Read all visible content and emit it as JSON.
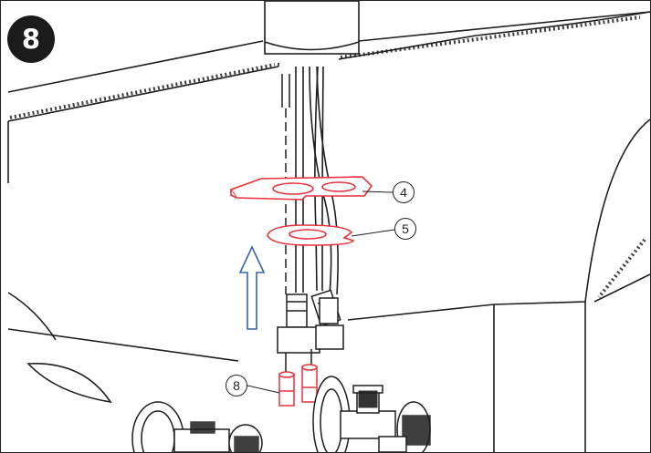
{
  "step": {
    "number": "8"
  },
  "callouts": [
    {
      "id": "4",
      "part": "mounting-bracket"
    },
    {
      "id": "5",
      "part": "retaining-washer"
    },
    {
      "id": "8",
      "part": "hose-seals"
    }
  ],
  "colors": {
    "line": "#1e1e1e",
    "highlight": "#e8323c",
    "arrow": "#3a64a8",
    "background": "#ffffff"
  },
  "icons": {
    "direction": "up-arrow-icon",
    "badge": "step-number-badge"
  }
}
